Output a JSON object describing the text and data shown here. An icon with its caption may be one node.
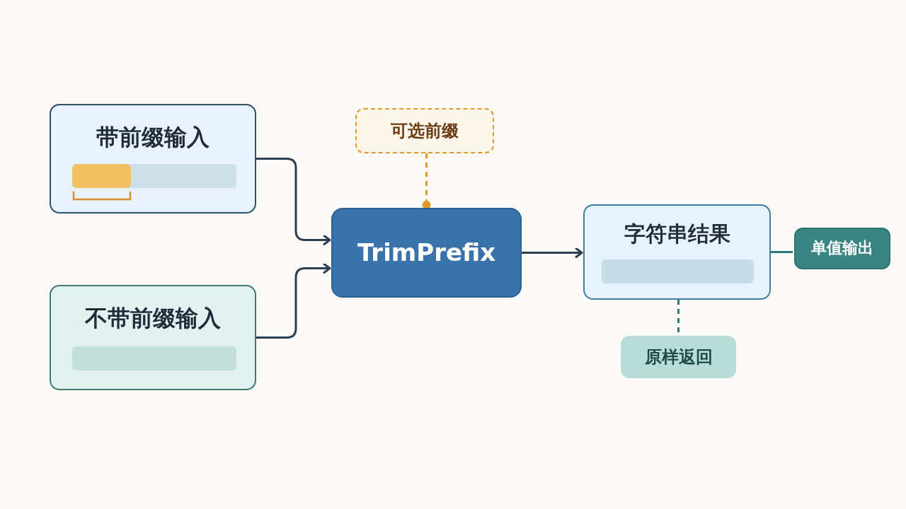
{
  "diagram": {
    "nodes": [
      {
        "text": [
          "带前缀输入"
        ]
      },
      {
        "text": [],
        "shape": "bar",
        "in": 0
      },
      {
        "text": [
          "不带前缀输入"
        ]
      },
      {
        "text": [],
        "shape": "bar",
        "in": 2
      },
      {
        "text": [
          "可选前缀"
        ]
      },
      {
        "text": [
          "TrimPrefix"
        ]
      },
      {
        "text": [
          "字符串结果"
        ]
      },
      {
        "text": [],
        "shape": "bar",
        "in": 6
      },
      {
        "text": [
          "单值输出"
        ]
      },
      {
        "text": [
          "原样返回"
        ]
      }
    ],
    "edges": [
      {
        "from": 0,
        "to": 5,
        "arrow": "to"
      },
      {
        "from": 2,
        "to": 5,
        "arrow": "to"
      },
      {
        "from": 4,
        "to": 5,
        "arrow": "other",
        "style": "dashed",
        "color": "#e09a2a"
      },
      {
        "from": 5,
        "to": 6,
        "arrow": "to"
      },
      {
        "from": 6,
        "to": 8,
        "arrow": "none",
        "color": "#2f7a78"
      },
      {
        "from": 6,
        "to": 9,
        "arrow": "none",
        "style": "dashed",
        "color": "#2f7a78"
      }
    ]
  }
}
